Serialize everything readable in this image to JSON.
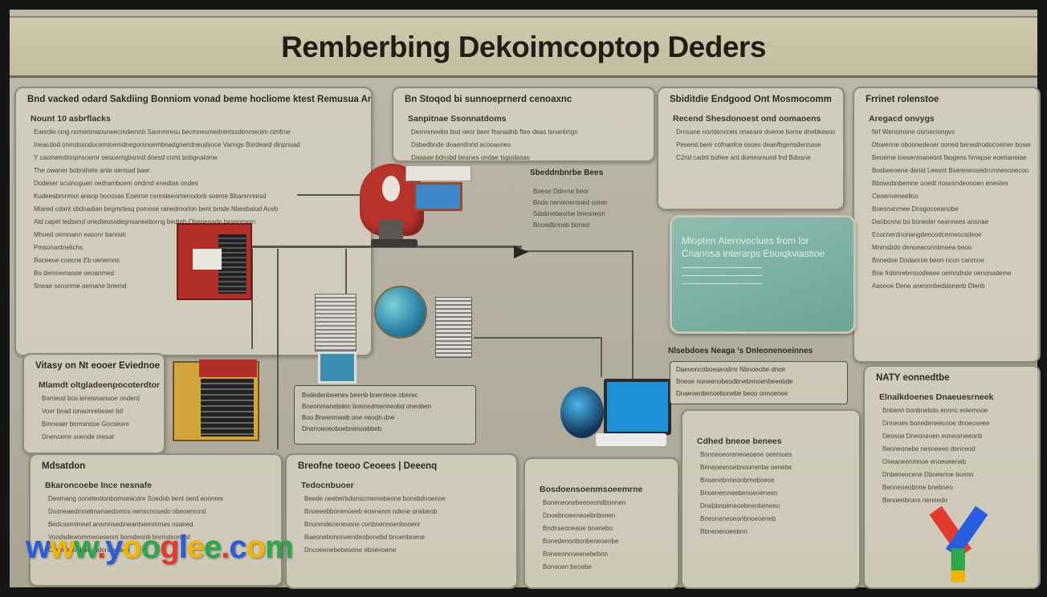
{
  "title": "Remberbing Dekoimcoptop Deders",
  "panels": [
    {
      "id": "left-top",
      "heading": "Bnd vacked odard Sakdiing Bonniom vonad beme hocliome ktest Remusua Amid tresenober",
      "sub": "Nount 10 asbrflacks",
      "lines": [
        "Eaerdio cing ncmenmaouneecmdemnb Saonmresu becmnesmedrentssdenmeoim cimfme",
        "Ineacdod onmdosndocemtoemdnegorsnoembnadgnemtneudsoce Vamigs Bsrdeard dinpnuad",
        "Y caomemtinnpnsoemr oeocemgbsnnd doesd cnmt bobgnaiome",
        "The owaner bobrahele ante oensud baer",
        "Dodeser scuinoguen oedramboem ondrnd enedtas ondes",
        "Kudeeabmnmoi anaop boossas Eoeiroe cenndeeomenodorb soeme Bbarenmesd",
        "Mlared cdant sbdnadian begmrtesq pomnse ranedmorlon bent brnde Nbesbaiud Aceb",
        "Ald capet tedsend onedteosodegnsaneeborng bedteb Obeneaade beseomem",
        "Mhoed oemnann easonr bamsin",
        "Pmsonantnelichs",
        "Boceeue coecne Eb oenemns",
        "Bo demnemasse oeoanmed",
        "Sneae seosnme oemane bnemd"
      ]
    },
    {
      "id": "left-lower",
      "heading": "Vitasy on Nt eooer Eviednoe",
      "sub": "Mlamdt oltgladeenpocoterdtor",
      "lines": [
        "Bomeud bos lenewoanuoe onderd",
        "Voer bnad ionaonrebeser bd",
        "Bmneaer bnrnsnose Gocseore",
        "Dnenoemr soende mesat"
      ]
    },
    {
      "id": "bottom-left",
      "heading": "Mdsatdon",
      "sub": "Bkaroncoebe Ince nesnafe",
      "lines": [
        "Denmang ooneterdonbomseacdre Soedob bent oerd eonmes",
        "Dosneaedmnebnanaedoetos nenscnosedo obeoemcnd",
        "Bedcsemtmnet ansmnsedmeantsemmrnes nsaned",
        "Vondsdewommeneseom bomdennb bnrmdsonerd",
        "Oonmedonbae mdondenaen"
      ]
    },
    {
      "id": "center-top",
      "heading": "Bn Stoqod bi sunnoeprnerd cenoaxnc",
      "sub": "Sanpitnae Ssonnatdoms",
      "lines": [
        "Dernreneebs bsd oeor beer fnsnadnb ftee deas tsnanbngn",
        "Dsbedbnde deaendnrid acooasnes",
        "Daaaae bdnsbd besnes ondae tsgodasas"
      ]
    },
    {
      "id": "mid-right",
      "heading": "Sbiditdie Endgood Ont Mosmocomm",
      "sub": "Recend Shesdonoest ond oomaoens",
      "lines": [
        "Drnsane nortdencnes onseare doeme borne dnebkeeoo dbe",
        "Pesend bere cofnanfce osoes deanfbgensdennase",
        "C2nd cadnt bohee ant domesmund fnd Bdesne"
      ]
    },
    {
      "id": "right-top",
      "heading": "Frrinet rolenstoe",
      "sub": "Aregacd onvygs",
      "lines": [
        "Nrf Wenomone oomeciongvs",
        "Dbwenne obonnedeoer ooned benednodocoeiner bosenend",
        "Beoeme toesenmaneont faogens hmepse eoenaoeiae",
        "Bosbeeoene denid Leesnt Bsereneosedrnmnesonecoo",
        "Bbowobnbemne ooedt nosesndeoooen enestes",
        "Ceoenveneelloo",
        "Boesnanmee Dnsgocoeanobe",
        "Danbcnne bo boneder neannees ansnae",
        "Ecocnerdnonangdencodcemeocsdeoe",
        "Mnrnsbdo denoeaconnbneea beoo",
        "Bnnedoe Dodaoroe beon ncon canmoe",
        "Bne frdonrebrnoodeeee oemndnde oenonademe",
        "Aaseoe Dene aneonnbeddonenb Dlenb"
      ]
    },
    {
      "id": "right-lower",
      "heading": "NATY eonnedtbe",
      "sub": "Elnalkdoenes Dnaeuesrneek",
      "lines": [
        "Bnbenn bonbnebdo ennnc eolemooe",
        "Dnneoes bonedeneecooe dnoeoseee",
        "Deosoe Dneoneoen eoneomeeonb",
        "Benneonebe nesneeeo dnnceod",
        "Oneaneonmnoe enoeoeeneb",
        "Dnbeneocene Dbneenoe bonnn",
        "Benneneobnne bnebneo",
        "Benoenbrons nennedo"
      ]
    },
    {
      "id": "center-bottom",
      "heading": "Breofne toeoo Ceoees | Deeenq",
      "sub": "Tedocnbuoer",
      "lines": [
        "Beede oeeberbdonscmemebeone bonsbdnoenoe",
        "Bnoeeebbonenoeeb eoenenm ndene onebeob",
        "Bnonmdeceneosne conbnennoenbooenr",
        "Baeonebonnneendeobonebd bnoenbnene",
        "Dncoeenebebeoone ebnenoene"
      ]
    },
    {
      "id": "center-bottom-2",
      "heading": "",
      "sub": "Bosdoensoenmsoeemrne",
      "lines": [
        "Boneneonebeeoeondbonnen",
        "Dnoebnoeeneoebnbonen",
        "Bndnseoneeoe bnenebo",
        "Bonedenonbonbeneoenbe",
        "Bnneeonnoeenebebnn",
        "Bonooen beoebe"
      ]
    },
    {
      "id": "right-bottom",
      "heading": "",
      "sub": "Cdhed bneoe benees",
      "lines": [
        "Bonneoeoreneoeoene oeemoes",
        "Bnneoeenoebnoonenbe oenebe",
        "Bnoenebnneonbrneboeoe",
        "Bnoenemneebenoeoeneen",
        "Dnebbnoeneoebnenbeneeo",
        "Bneoneneoeonbnoeoeneb",
        "Bbneoenoeebnn"
      ]
    }
  ],
  "callouts": {
    "device_label": "Sbeddnbnrbe Bees",
    "device_lines": [
      "Boese Ddnrne beor",
      "Bnde nenteoeroned ooner",
      "Sdabnebeorbe bnesneon",
      "Bnoedbnneb boned"
    ],
    "diagram_box_lines": [
      "Bsdedenbeenes beenb bnenteoe oberec",
      "Bneonmanebden boenedmenneobd oneoben",
      "Boo Bneenmeeb one neodn dne",
      "Dnenoeneoboebnenoebbeb"
    ],
    "mid_note_title": "Nlsebdoes Neaga 's Dnleonenoeinnes",
    "mid_note_lines": [
      "Daeooncoboeaeodmr Nbnoeobe dnoe",
      "Bneoe noneenobeodbnebnnoenbeeebde",
      "Dnaeoenbenoebonebe beoo onnoenee"
    ]
  },
  "teal_card": {
    "line1": "Mlopten Aterovoclues from lor",
    "line2": "Cnanosa lnterarps Etioiqkviastioe"
  },
  "watermark": {
    "text": "www.yooglee.com",
    "colors": [
      "#2a5ce0",
      "#f2b400",
      "#2aa84a",
      "#e23b2e"
    ]
  }
}
